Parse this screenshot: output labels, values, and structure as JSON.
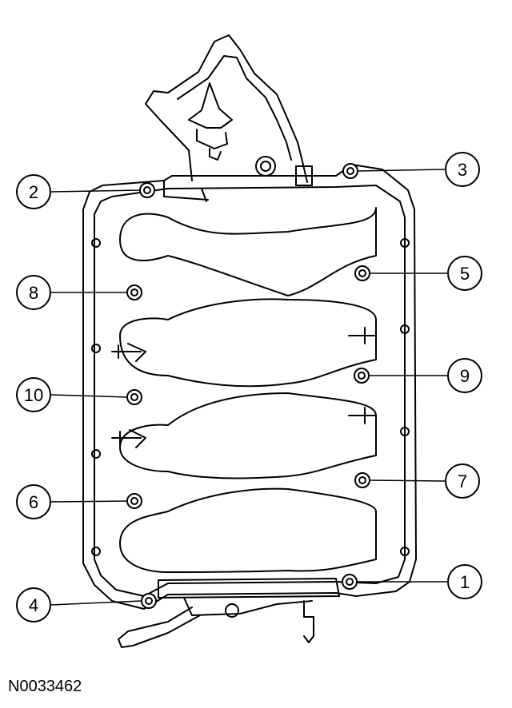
{
  "figure_id": "N0033462",
  "callouts": [
    {
      "label": "1",
      "target": "bolt-1"
    },
    {
      "label": "2",
      "target": "bolt-2"
    },
    {
      "label": "3",
      "target": "bolt-3"
    },
    {
      "label": "4",
      "target": "bolt-4"
    },
    {
      "label": "5",
      "target": "bolt-5"
    },
    {
      "label": "6",
      "target": "bolt-6"
    },
    {
      "label": "7",
      "target": "bolt-7"
    },
    {
      "label": "8",
      "target": "bolt-8"
    },
    {
      "label": "9",
      "target": "bolt-9"
    },
    {
      "label": "10",
      "target": "bolt-10"
    }
  ]
}
